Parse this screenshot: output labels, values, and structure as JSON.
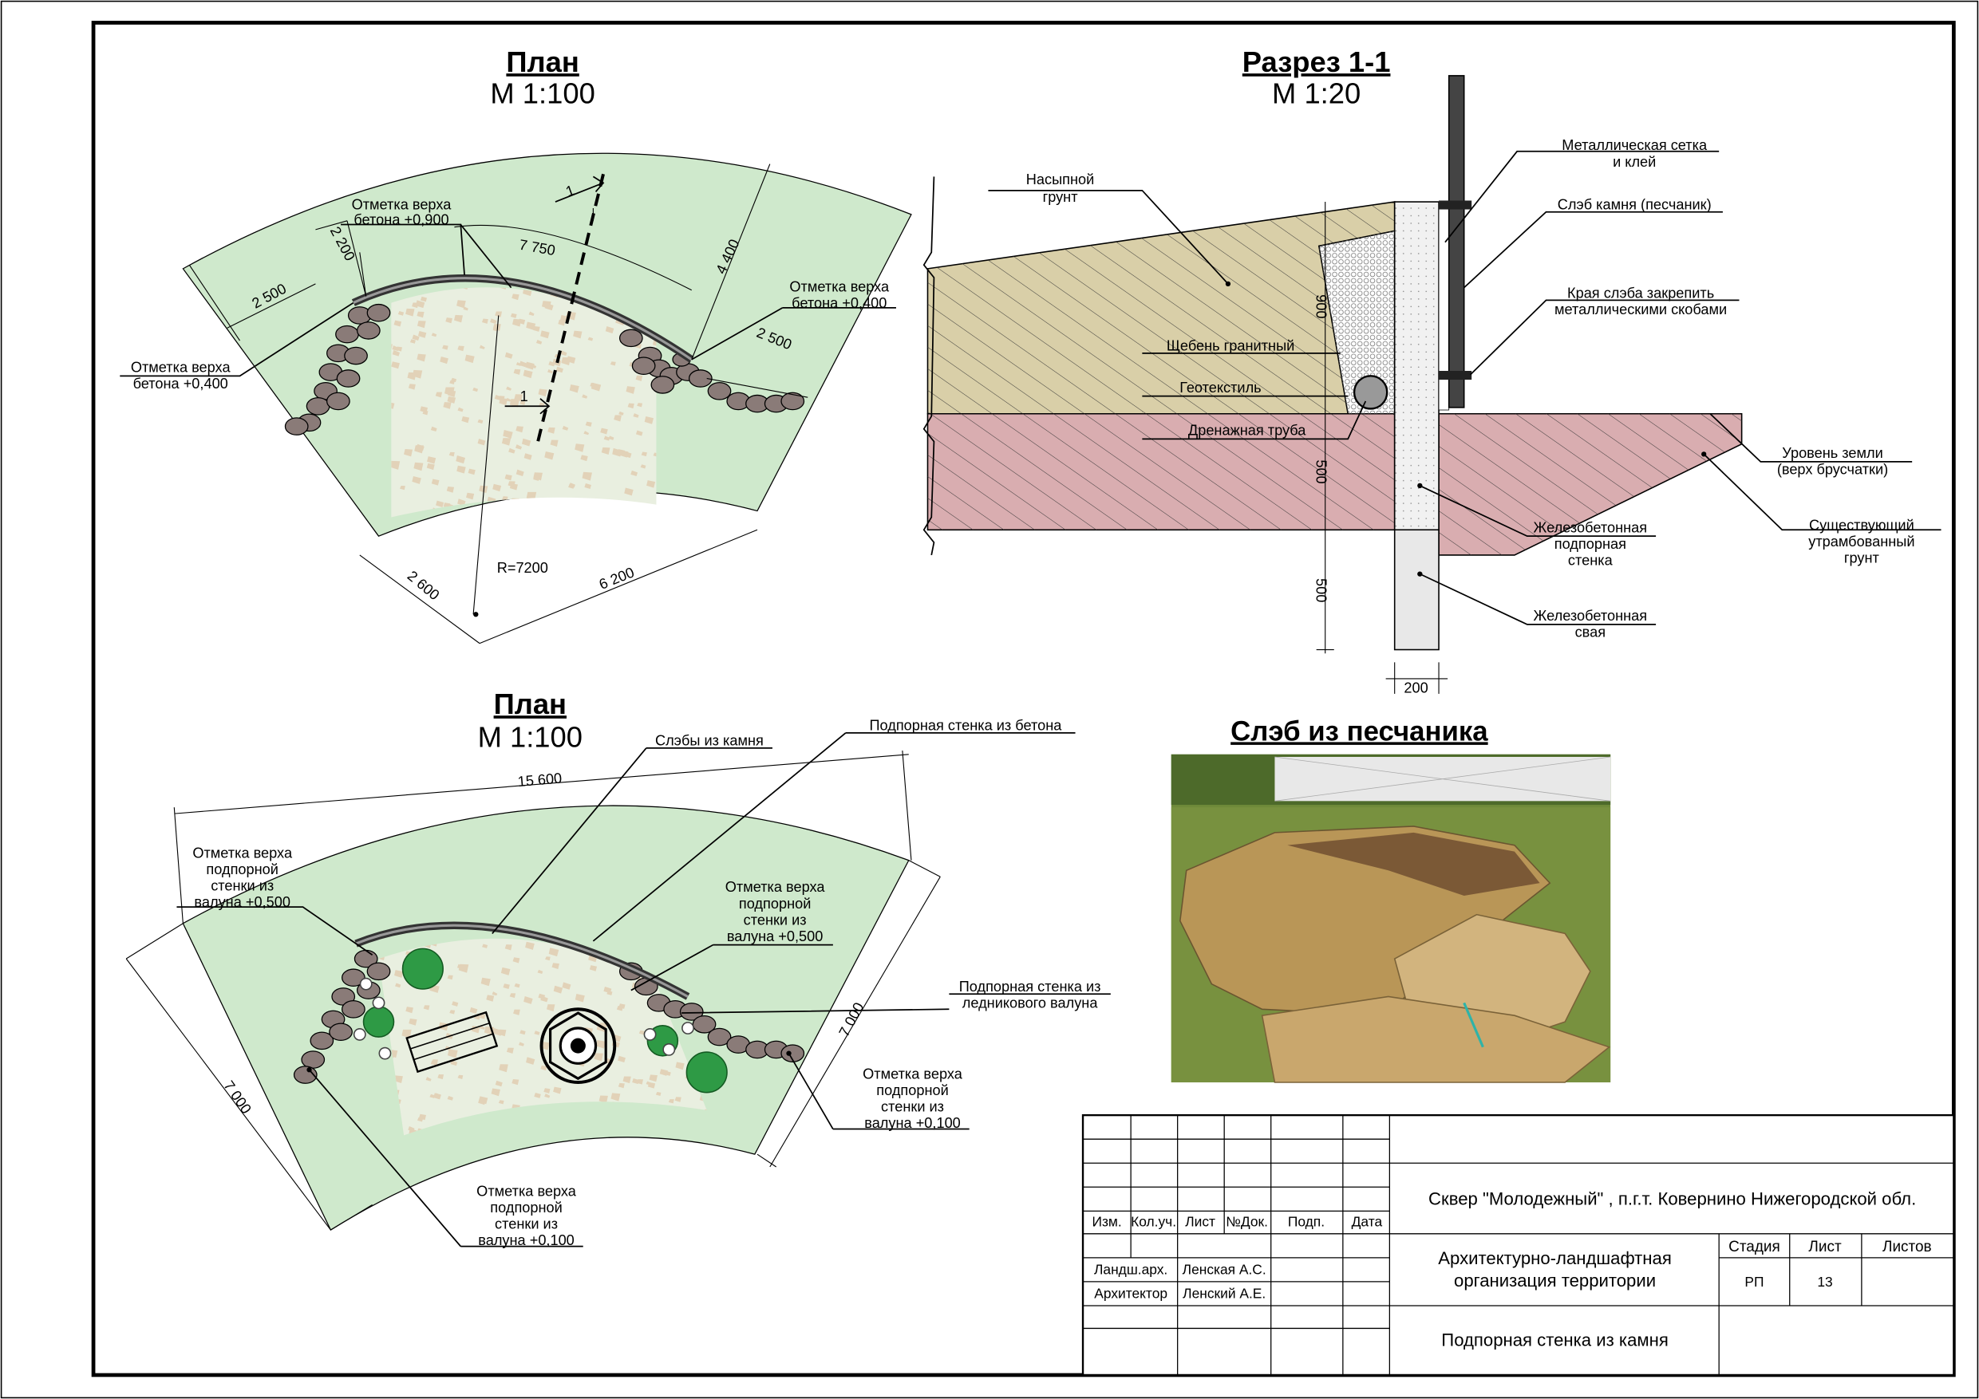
{
  "colors": {
    "lawn": "#cfe9cc",
    "fill_soil": "#d9cfa8",
    "existing_soil": "#d9adb0",
    "stone": "#8a7b78",
    "gravel": "#e2d2b8",
    "wall": "#555555"
  },
  "plan_top": {
    "title": "План",
    "scale": "М 1:100",
    "elev_center": [
      "Отметка верха",
      "бетона +0,900"
    ],
    "elev_right": [
      "Отметка верха",
      "бетона +0,400"
    ],
    "elev_left": [
      "Отметка верха",
      "бетона +0,400"
    ],
    "dims": {
      "d2500a": "2 500",
      "d2200": "2 200",
      "d7750": "7 750",
      "d4400": "4 400",
      "d2500b": "2 500",
      "d2600": "2 600",
      "d6200": "6 200"
    },
    "radius": "R=7200",
    "section_mark": "1"
  },
  "section": {
    "title": "Разрез 1-1",
    "scale": "М 1:20",
    "fill_soil": [
      "Насыпной",
      "грунт"
    ],
    "gravel": "Щебень гранитный",
    "geotextile": "Геотекстиль",
    "drain": "Дренажная труба",
    "mesh": [
      "Металлическая сетка",
      "и клей"
    ],
    "slab": "Слэб камня (песчаник)",
    "brackets": [
      "Края слэба закрепить",
      "металлическими скобами"
    ],
    "ground_level": [
      "Уровень земли",
      "(верх брусчатки)"
    ],
    "existing": [
      "Существующий",
      "утрамбованный",
      "грунт"
    ],
    "rc_wall": [
      "Железобетонная",
      "подпорная",
      "стенка"
    ],
    "rc_pile": [
      "Железобетонная",
      "свая"
    ],
    "dims": {
      "h900": "900",
      "h500a": "500",
      "h500b": "500",
      "w200": "200"
    }
  },
  "plan_bottom": {
    "title": "План",
    "scale": "М 1:100",
    "slabs": "Слэбы из камня",
    "concrete_wall": "Подпорная стенка из бетона",
    "elev_left_top": [
      "Отметка верха",
      "подпорной",
      "стенки из",
      "валуна +0,500"
    ],
    "elev_right_top": [
      "Отметка верха",
      "подпорной",
      "стенки из",
      "валуна +0,500"
    ],
    "boulder_wall": [
      "Подпорная стенка из",
      "ледникового валуна"
    ],
    "elev_right_bottom": [
      "Отметка верха",
      "подпорной",
      "стенки из",
      "валуна +0,100"
    ],
    "elev_left_bottom": [
      "Отметка верха",
      "подпорной",
      "стенки из",
      "валуна +0,100"
    ],
    "dims": {
      "d15600": "15 600",
      "d7000a": "7 000",
      "d7000b": "7 000"
    }
  },
  "photo": {
    "title": "Слэб из песчаника"
  },
  "title_block": {
    "headers": [
      "Изм.",
      "Кол.уч.",
      "Лист",
      "№Док.",
      "Подп.",
      "Дата"
    ],
    "role1": "Ландш.арх.",
    "name1": "Ленская А.С.",
    "role2": "Архитектор",
    "name2": "Ленский А.Е.",
    "project": "Сквер \"Молодежный\" , п.г.т. Ковернино Нижегородской обл.",
    "section_name": [
      "Архитектурно-ландшафтная",
      "организация территории"
    ],
    "sheet_title": "Подпорная стенка из камня",
    "stage_label": "Стадия",
    "sheet_label": "Лист",
    "sheets_label": "Листов",
    "stage": "РП",
    "sheet": "13"
  }
}
